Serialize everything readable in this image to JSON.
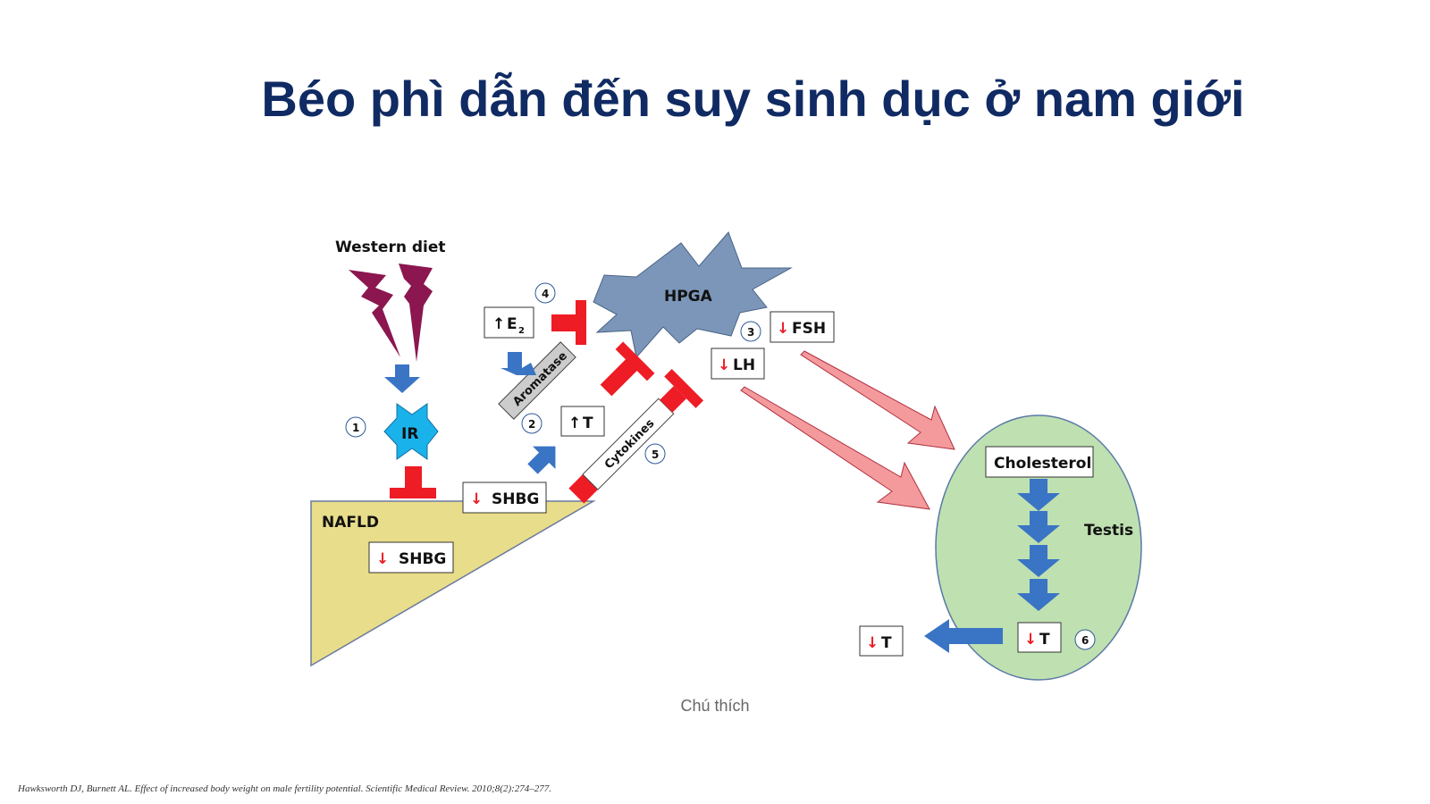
{
  "slide": {
    "title": "Béo phì dẫn đến suy sinh dục ở nam giới",
    "caption": "Chú thích",
    "reference": "Hawksworth DJ, Burnett AL. Effect of increased body weight on male fertility potential. Scientific Medical Review. 2010;8(2):274–277."
  },
  "diagram": {
    "western_diet": "Western diet",
    "ir": "IR",
    "nafld": "NAFLD",
    "shbg_liver": "SHBG",
    "shbg_serum": "SHBG",
    "t_up": "T",
    "e2_up": "E",
    "e2_sub": "2",
    "aromatase": "Aromatase",
    "cytokines": "Cytokines",
    "hpga": "HPGA",
    "fsh": "FSH",
    "lh": "LH",
    "testis": "Testis",
    "cholesterol": "Cholesterol",
    "t_testis": "T",
    "t_out": "T",
    "up_arrow": "↑",
    "down_arrow": "↓",
    "markers": [
      "1",
      "2",
      "3",
      "4",
      "5",
      "6"
    ],
    "colors": {
      "title": "#102a63",
      "inhibit": "#ee1c25",
      "flow": "#3a74c4",
      "lightning": "#8b1650",
      "hpga": "#7b96b8",
      "ir": "#1ab2ea",
      "nafld": "#e8dd8a",
      "testis": "#bfe0b0",
      "pink_arrow": "#f49a9c"
    }
  }
}
